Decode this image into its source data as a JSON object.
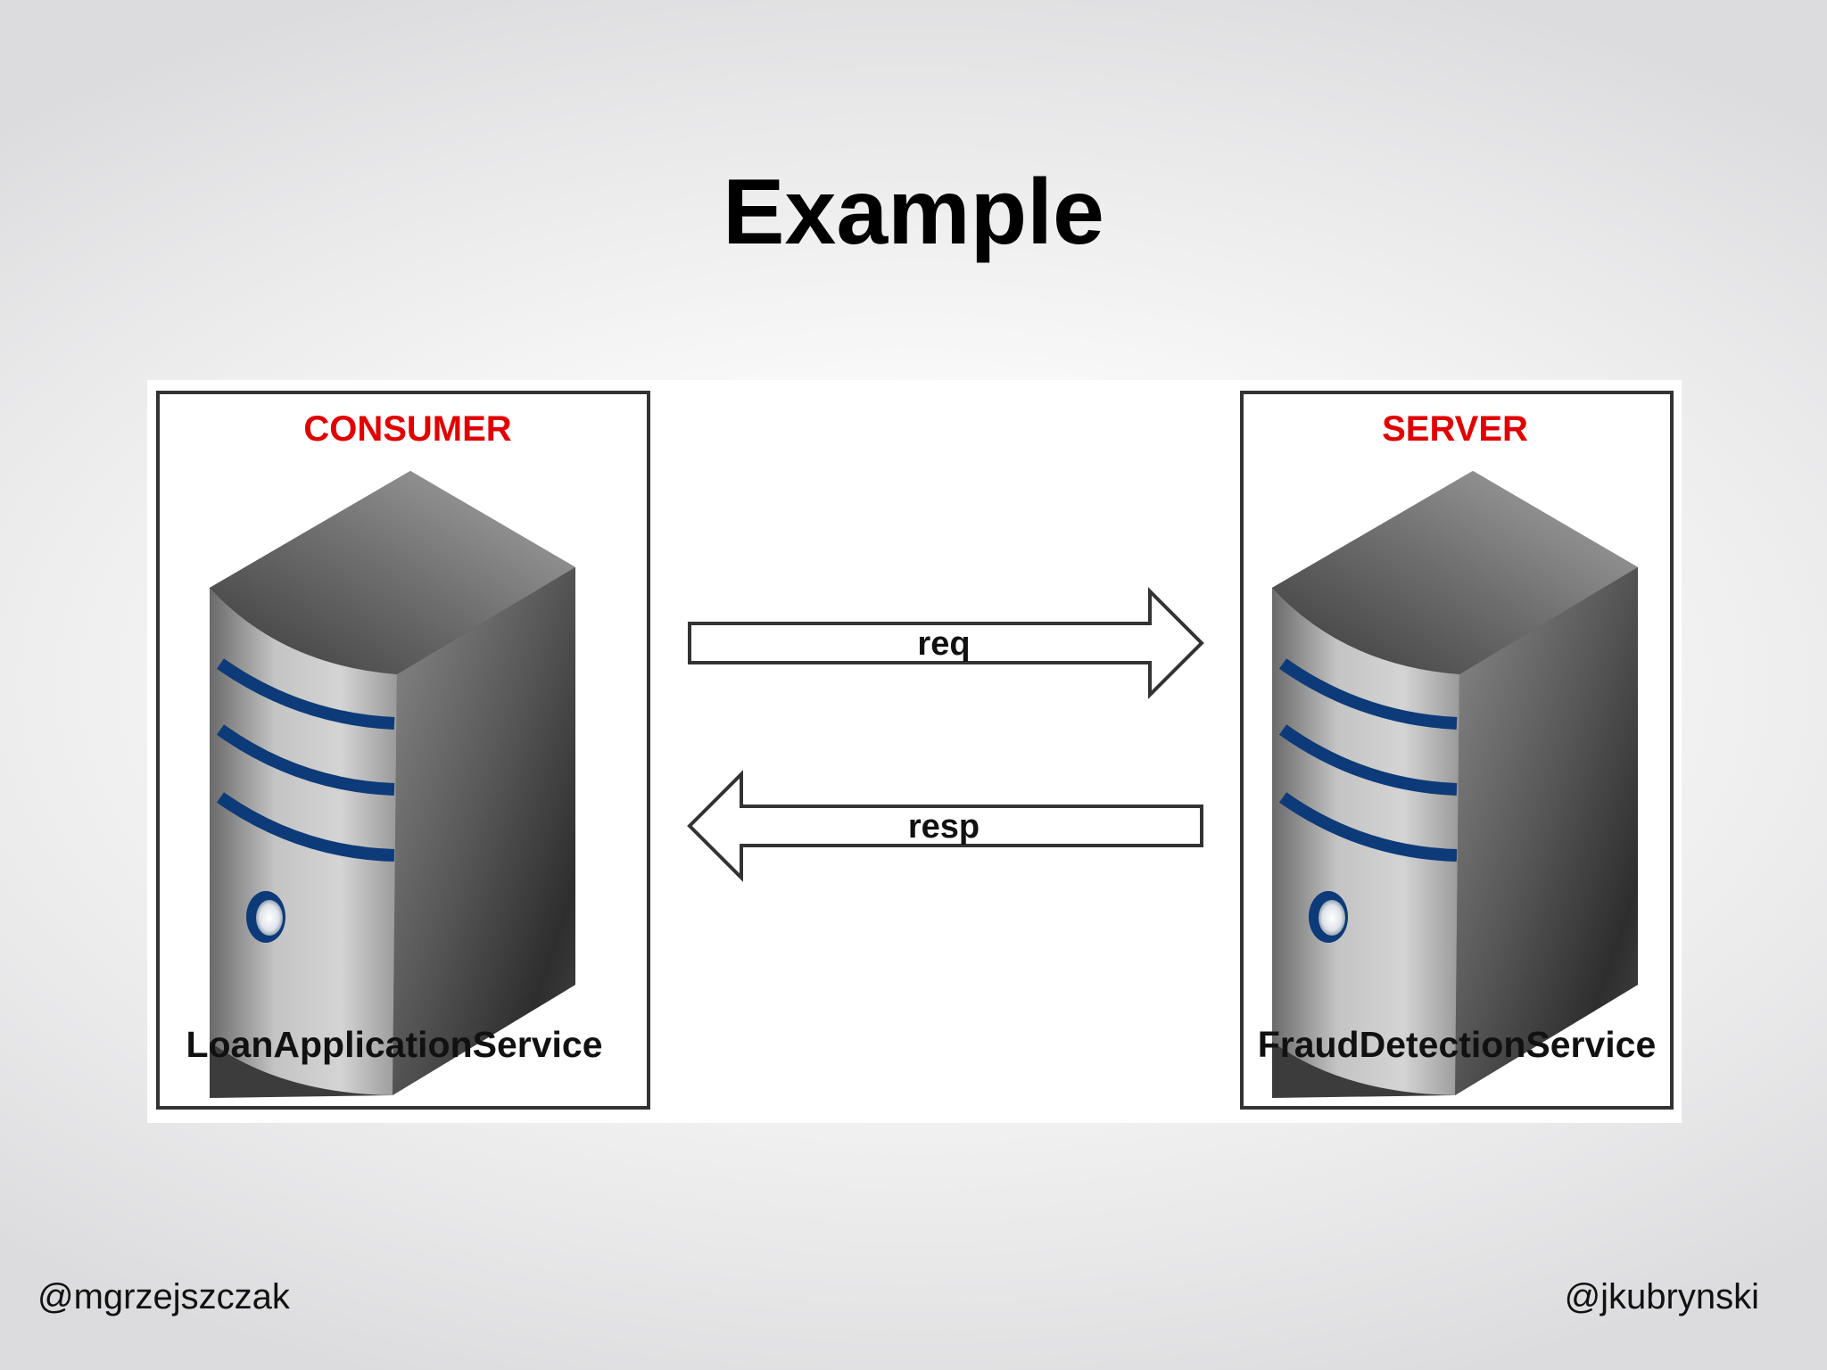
{
  "slide": {
    "title": "Example",
    "footer_left": "@mgrzejszczak",
    "footer_right": "@jkubrynski"
  },
  "diagram": {
    "consumer": {
      "role": "CONSUMER",
      "name": "LoanApplicationService"
    },
    "server": {
      "role": "SERVER",
      "name": "FraudDetectionService"
    },
    "arrows": {
      "request_label": "req",
      "response_label": "resp"
    },
    "colors": {
      "role_label": "#e00000",
      "server_stripe": "#0d3a78",
      "border": "#333333"
    },
    "icons": [
      "server-tower-icon",
      "arrow-right-icon",
      "arrow-left-icon"
    ]
  }
}
